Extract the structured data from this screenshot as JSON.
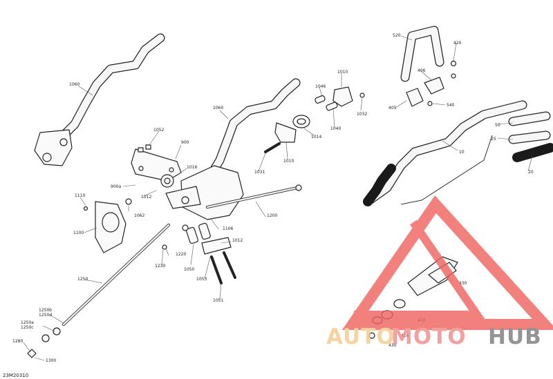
{
  "diagram": {
    "code": "23M20310",
    "labels": [
      {
        "id": "1060a",
        "text": "1060"
      },
      {
        "id": "1060b",
        "text": "1060"
      },
      {
        "id": "1052",
        "text": "1052"
      },
      {
        "id": "900",
        "text": "900"
      },
      {
        "id": "1016",
        "text": "1016"
      },
      {
        "id": "900a",
        "text": "900a"
      },
      {
        "id": "1012a",
        "text": "1012"
      },
      {
        "id": "1110",
        "text": "1110"
      },
      {
        "id": "1062",
        "text": "1062"
      },
      {
        "id": "1100",
        "text": "1100"
      },
      {
        "id": "1106",
        "text": "1106"
      },
      {
        "id": "1200",
        "text": "1200"
      },
      {
        "id": "1012b",
        "text": "1012"
      },
      {
        "id": "1220",
        "text": "1220"
      },
      {
        "id": "1230",
        "text": "1230"
      },
      {
        "id": "1050",
        "text": "1050"
      },
      {
        "id": "1053",
        "text": "1053"
      },
      {
        "id": "1051",
        "text": "1051"
      },
      {
        "id": "1250",
        "text": "1250"
      },
      {
        "id": "1250b",
        "text": "1250b"
      },
      {
        "id": "1250d",
        "text": "1250d"
      },
      {
        "id": "1250a",
        "text": "1250a"
      },
      {
        "id": "1250c",
        "text": "1250c"
      },
      {
        "id": "1280",
        "text": "1280"
      },
      {
        "id": "1300",
        "text": "1300"
      },
      {
        "id": "1046",
        "text": "1046"
      },
      {
        "id": "1010a",
        "text": "1010"
      },
      {
        "id": "1032",
        "text": "1032"
      },
      {
        "id": "1040",
        "text": "1040"
      },
      {
        "id": "1014",
        "text": "1014"
      },
      {
        "id": "1010b",
        "text": "1010"
      },
      {
        "id": "1031",
        "text": "1031"
      },
      {
        "id": "520",
        "text": "520"
      },
      {
        "id": "420",
        "text": "420"
      },
      {
        "id": "406",
        "text": "406"
      },
      {
        "id": "405",
        "text": "405"
      },
      {
        "id": "540",
        "text": "540"
      },
      {
        "id": "50",
        "text": "50"
      },
      {
        "id": "25",
        "text": "25"
      },
      {
        "id": "10",
        "text": "10"
      },
      {
        "id": "20",
        "text": "20"
      },
      {
        "id": "430",
        "text": "430"
      },
      {
        "id": "410a",
        "text": "410"
      },
      {
        "id": "410b",
        "text": "410"
      },
      {
        "id": "430b",
        "text": "430"
      }
    ]
  },
  "watermark": {
    "word1": "AUTO",
    "word2": "MOTO",
    "word3": "HUB",
    "color_auto": "#f5c98a",
    "color_moto": "#f08a88",
    "color_hub": "#7a7a7a",
    "triangle_color": "#f0625f"
  }
}
